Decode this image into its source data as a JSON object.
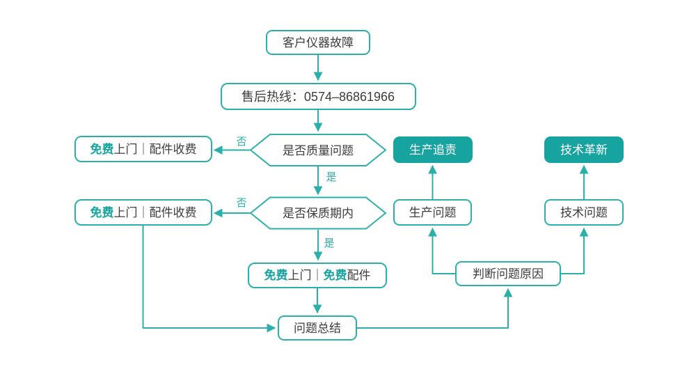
{
  "colors": {
    "teal_fill": "#17a3a0",
    "teal_stroke": "#2aafa9",
    "text_dark": "#3d3d3d",
    "white_text": "#ffffff"
  },
  "nodes": {
    "customer_fault": {
      "label": "客户仪器故障"
    },
    "hotline": {
      "label": "售后热线：0574–86861966"
    },
    "is_quality_issue": {
      "label": "是否质量问题"
    },
    "is_in_warranty": {
      "label": "是否保质期内"
    },
    "free_visit_paid_parts": {
      "part_free": "免费",
      "part_rest": "上门｜配件收费"
    },
    "free_visit_free_parts": {
      "part_free1": "免费",
      "part_mid": "上门｜",
      "part_free2": "免费",
      "part_rest": "配件"
    },
    "problem_summary": {
      "label": "问题总结"
    },
    "judge_cause": {
      "label": "判断问题原因"
    },
    "production_issue": {
      "label": "生产问题"
    },
    "production_accountability": {
      "label": "生产追责"
    },
    "tech_issue": {
      "label": "技术问题"
    },
    "tech_innovation": {
      "label": "技术革新"
    }
  },
  "edge_labels": {
    "no": "否",
    "yes": "是"
  }
}
